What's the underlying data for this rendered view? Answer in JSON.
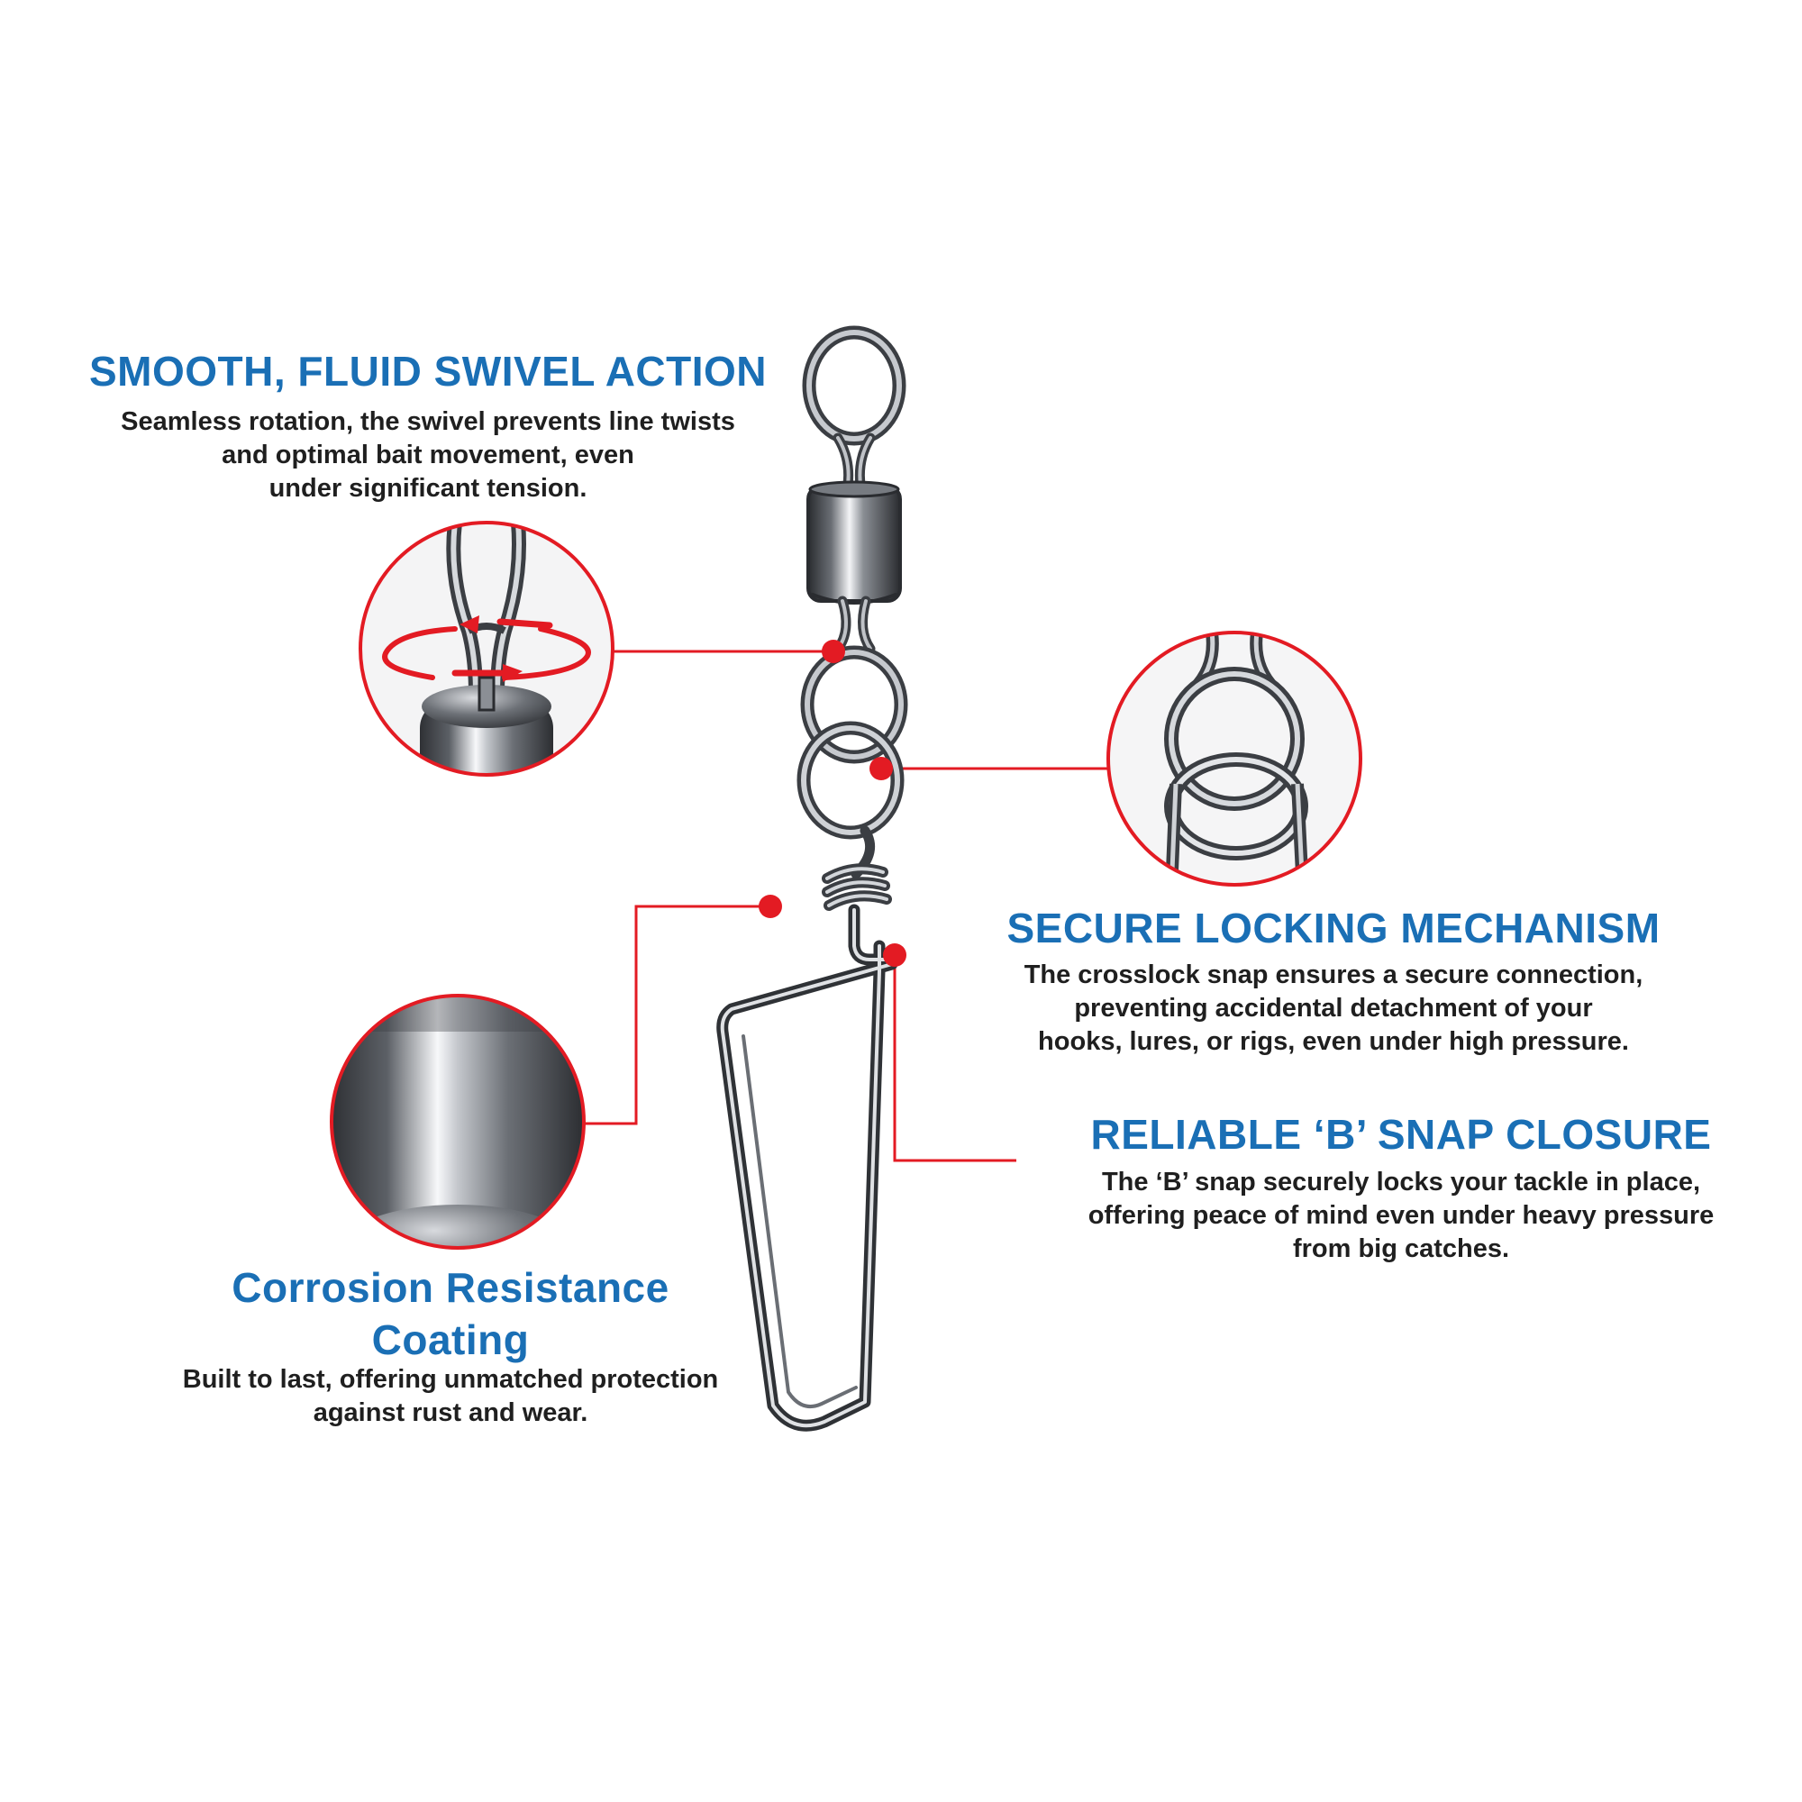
{
  "colors": {
    "title_blue": "#1a6fb5",
    "accent_red": "#e31b23",
    "body_text": "#1f1f1f",
    "metal_dark": "#3a3d42",
    "metal_light": "#c9ccd1"
  },
  "features": {
    "swivel": {
      "title": "SMOOTH, FLUID SWIVEL ACTION",
      "lines": [
        "Seamless rotation, the swivel prevents line twists",
        "and optimal bait movement, even",
        "under significant tension."
      ],
      "icon": "rotation-arrows-icon"
    },
    "locking": {
      "title": "SECURE LOCKING MECHANISM",
      "lines": [
        "The crosslock snap ensures a secure connection,",
        "preventing accidental detachment of your",
        "hooks, lures, or rigs, even under high pressure."
      ]
    },
    "snap": {
      "title": "RELIABLE ‘B’ SNAP CLOSURE",
      "lines": [
        "The ‘B’ snap securely locks your tackle in place,",
        "offering peace of mind even under heavy pressure",
        "from big catches."
      ]
    },
    "corrosion": {
      "title_lines": [
        "Corrosion Resistance",
        "Coating"
      ],
      "lines": [
        "Built to last, offering unmatched protection",
        "against rust and wear."
      ]
    }
  }
}
